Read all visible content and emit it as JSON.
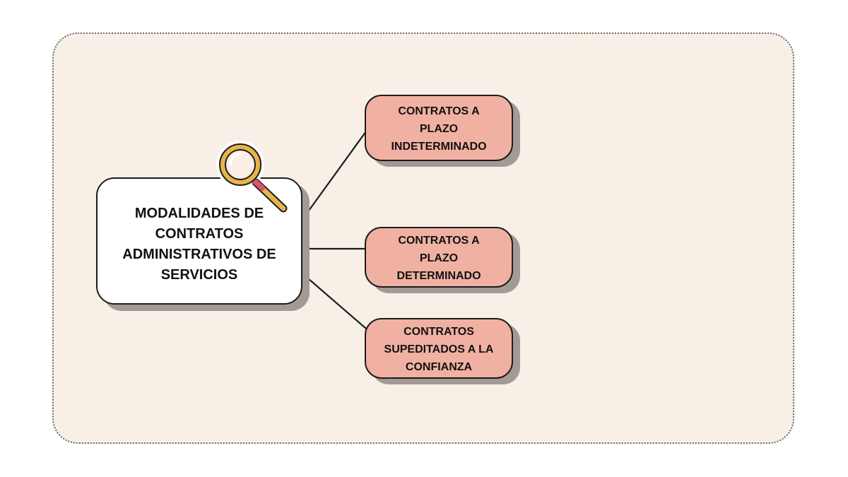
{
  "diagram": {
    "main_node": {
      "label": "MODALIDADES DE\nCONTRATOS\nADMINISTRATIVOS DE\nSERVICIOS",
      "icon": "magnifying-glass-icon"
    },
    "children": [
      {
        "label": "CONTRATOS A\nPLAZO\nINDETERMINADO"
      },
      {
        "label": "CONTRATOS A\nPLAZO\nDETERMINADO"
      },
      {
        "label": "CONTRATOS\nSUPEDITADOS A LA\nCONFIANZA"
      }
    ],
    "colors": {
      "panel_background": "#f8f0e7",
      "panel_border": "#6b6b6b",
      "main_node_fill": "#ffffff",
      "child_node_fill": "#f0b1a2",
      "shadow": "#a49a95",
      "connector": "#1c1c1c",
      "magnifier_frame": "#e8b44a"
    }
  }
}
